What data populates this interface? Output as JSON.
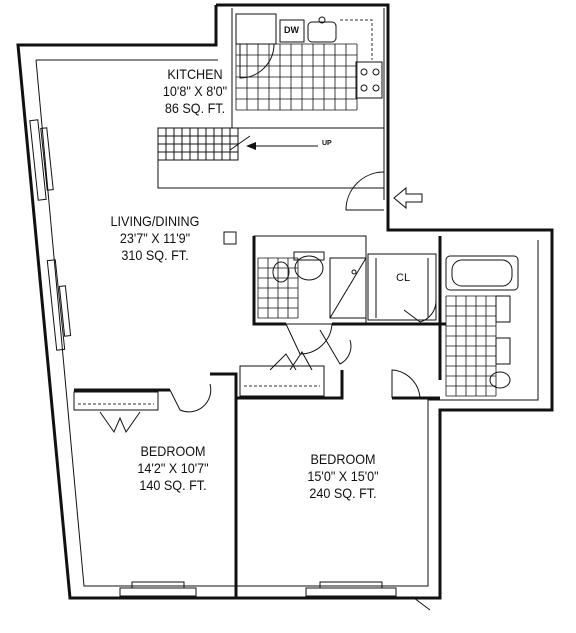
{
  "rooms": {
    "kitchen": {
      "name": "KITCHEN",
      "dims": "10'8\" X 8'0\"",
      "area": "86 SQ. FT."
    },
    "living": {
      "name": "LIVING/DINING",
      "dims": "23'7\" X 11'9\"",
      "area": "310 SQ. FT."
    },
    "bedroom1": {
      "name": "BEDROOM",
      "dims": "14'2\" X 10'7\"",
      "area": "140 SQ. FT."
    },
    "bedroom2": {
      "name": "BEDROOM",
      "dims": "15'0\" X 15'0\"",
      "area": "240 SQ. FT."
    }
  },
  "fixtures": {
    "dishwasher": "DW",
    "stairs": "UP",
    "closet": "CL"
  }
}
